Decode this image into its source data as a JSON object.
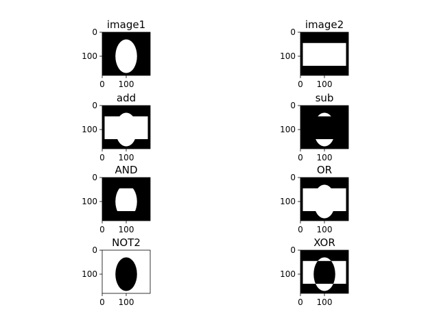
{
  "chart_data": [
    {
      "type": "image",
      "title": "image1",
      "shapes": [
        "ellipse"
      ],
      "invert": false,
      "ellipse": {
        "cx": 100,
        "cy": 100,
        "rx": 45,
        "ry": 70
      },
      "xticks": [
        "0",
        "100"
      ],
      "yticks": [
        "0",
        "100"
      ],
      "width": 200,
      "height": 180,
      "colors": {
        "background": "#000000",
        "foreground": "#ffffff"
      }
    },
    {
      "type": "image",
      "title": "image2",
      "shapes": [
        "rect"
      ],
      "invert": false,
      "rect": {
        "x0": 10,
        "x1": 190,
        "y0": 45,
        "y1": 140
      },
      "xticks": [
        "0",
        "100"
      ],
      "yticks": [
        "0",
        "100"
      ],
      "width": 200,
      "height": 180,
      "colors": {
        "background": "#000000",
        "foreground": "#ffffff"
      }
    },
    {
      "type": "image",
      "title": "add",
      "shapes": [
        "ellipse",
        "rect"
      ],
      "op": "union",
      "ellipse": {
        "cx": 100,
        "cy": 100,
        "rx": 45,
        "ry": 70
      },
      "rect": {
        "x0": 10,
        "x1": 190,
        "y0": 45,
        "y1": 140
      },
      "xticks": [
        "0",
        "100"
      ],
      "yticks": [
        "0",
        "100"
      ],
      "width": 200,
      "height": 180
    },
    {
      "type": "image",
      "title": "sub",
      "shapes": [
        "ellipse",
        "rect"
      ],
      "op": "ellipse-minus-rect",
      "ellipse": {
        "cx": 100,
        "cy": 100,
        "rx": 45,
        "ry": 70
      },
      "rect": {
        "x0": 10,
        "x1": 190,
        "y0": 45,
        "y1": 140
      },
      "xticks": [
        "0",
        "100"
      ],
      "yticks": [
        "0",
        "100"
      ],
      "width": 200,
      "height": 180
    },
    {
      "type": "image",
      "title": "AND",
      "shapes": [
        "ellipse",
        "rect"
      ],
      "op": "intersection",
      "ellipse": {
        "cx": 100,
        "cy": 100,
        "rx": 45,
        "ry": 70
      },
      "rect": {
        "x0": 10,
        "x1": 190,
        "y0": 45,
        "y1": 140
      },
      "xticks": [
        "0",
        "100"
      ],
      "yticks": [
        "0",
        "100"
      ],
      "width": 200,
      "height": 180
    },
    {
      "type": "image",
      "title": "OR",
      "shapes": [
        "ellipse",
        "rect"
      ],
      "op": "union",
      "ellipse": {
        "cx": 100,
        "cy": 100,
        "rx": 45,
        "ry": 70
      },
      "rect": {
        "x0": 10,
        "x1": 190,
        "y0": 45,
        "y1": 140
      },
      "xticks": [
        "0",
        "100"
      ],
      "yticks": [
        "0",
        "100"
      ],
      "width": 200,
      "height": 180
    },
    {
      "type": "image",
      "title": "NOT2",
      "shapes": [
        "ellipse"
      ],
      "op": "invert",
      "ellipse": {
        "cx": 100,
        "cy": 100,
        "rx": 45,
        "ry": 70
      },
      "xticks": [
        "0",
        "100"
      ],
      "yticks": [
        "0",
        "100"
      ],
      "width": 200,
      "height": 180
    },
    {
      "type": "image",
      "title": "XOR",
      "shapes": [
        "ellipse",
        "rect"
      ],
      "op": "xor",
      "ellipse": {
        "cx": 100,
        "cy": 100,
        "rx": 45,
        "ry": 70
      },
      "rect": {
        "x0": 10,
        "x1": 190,
        "y0": 45,
        "y1": 140
      },
      "xticks": [
        "0",
        "100"
      ],
      "yticks": [
        "0",
        "100"
      ],
      "width": 200,
      "height": 180
    }
  ]
}
